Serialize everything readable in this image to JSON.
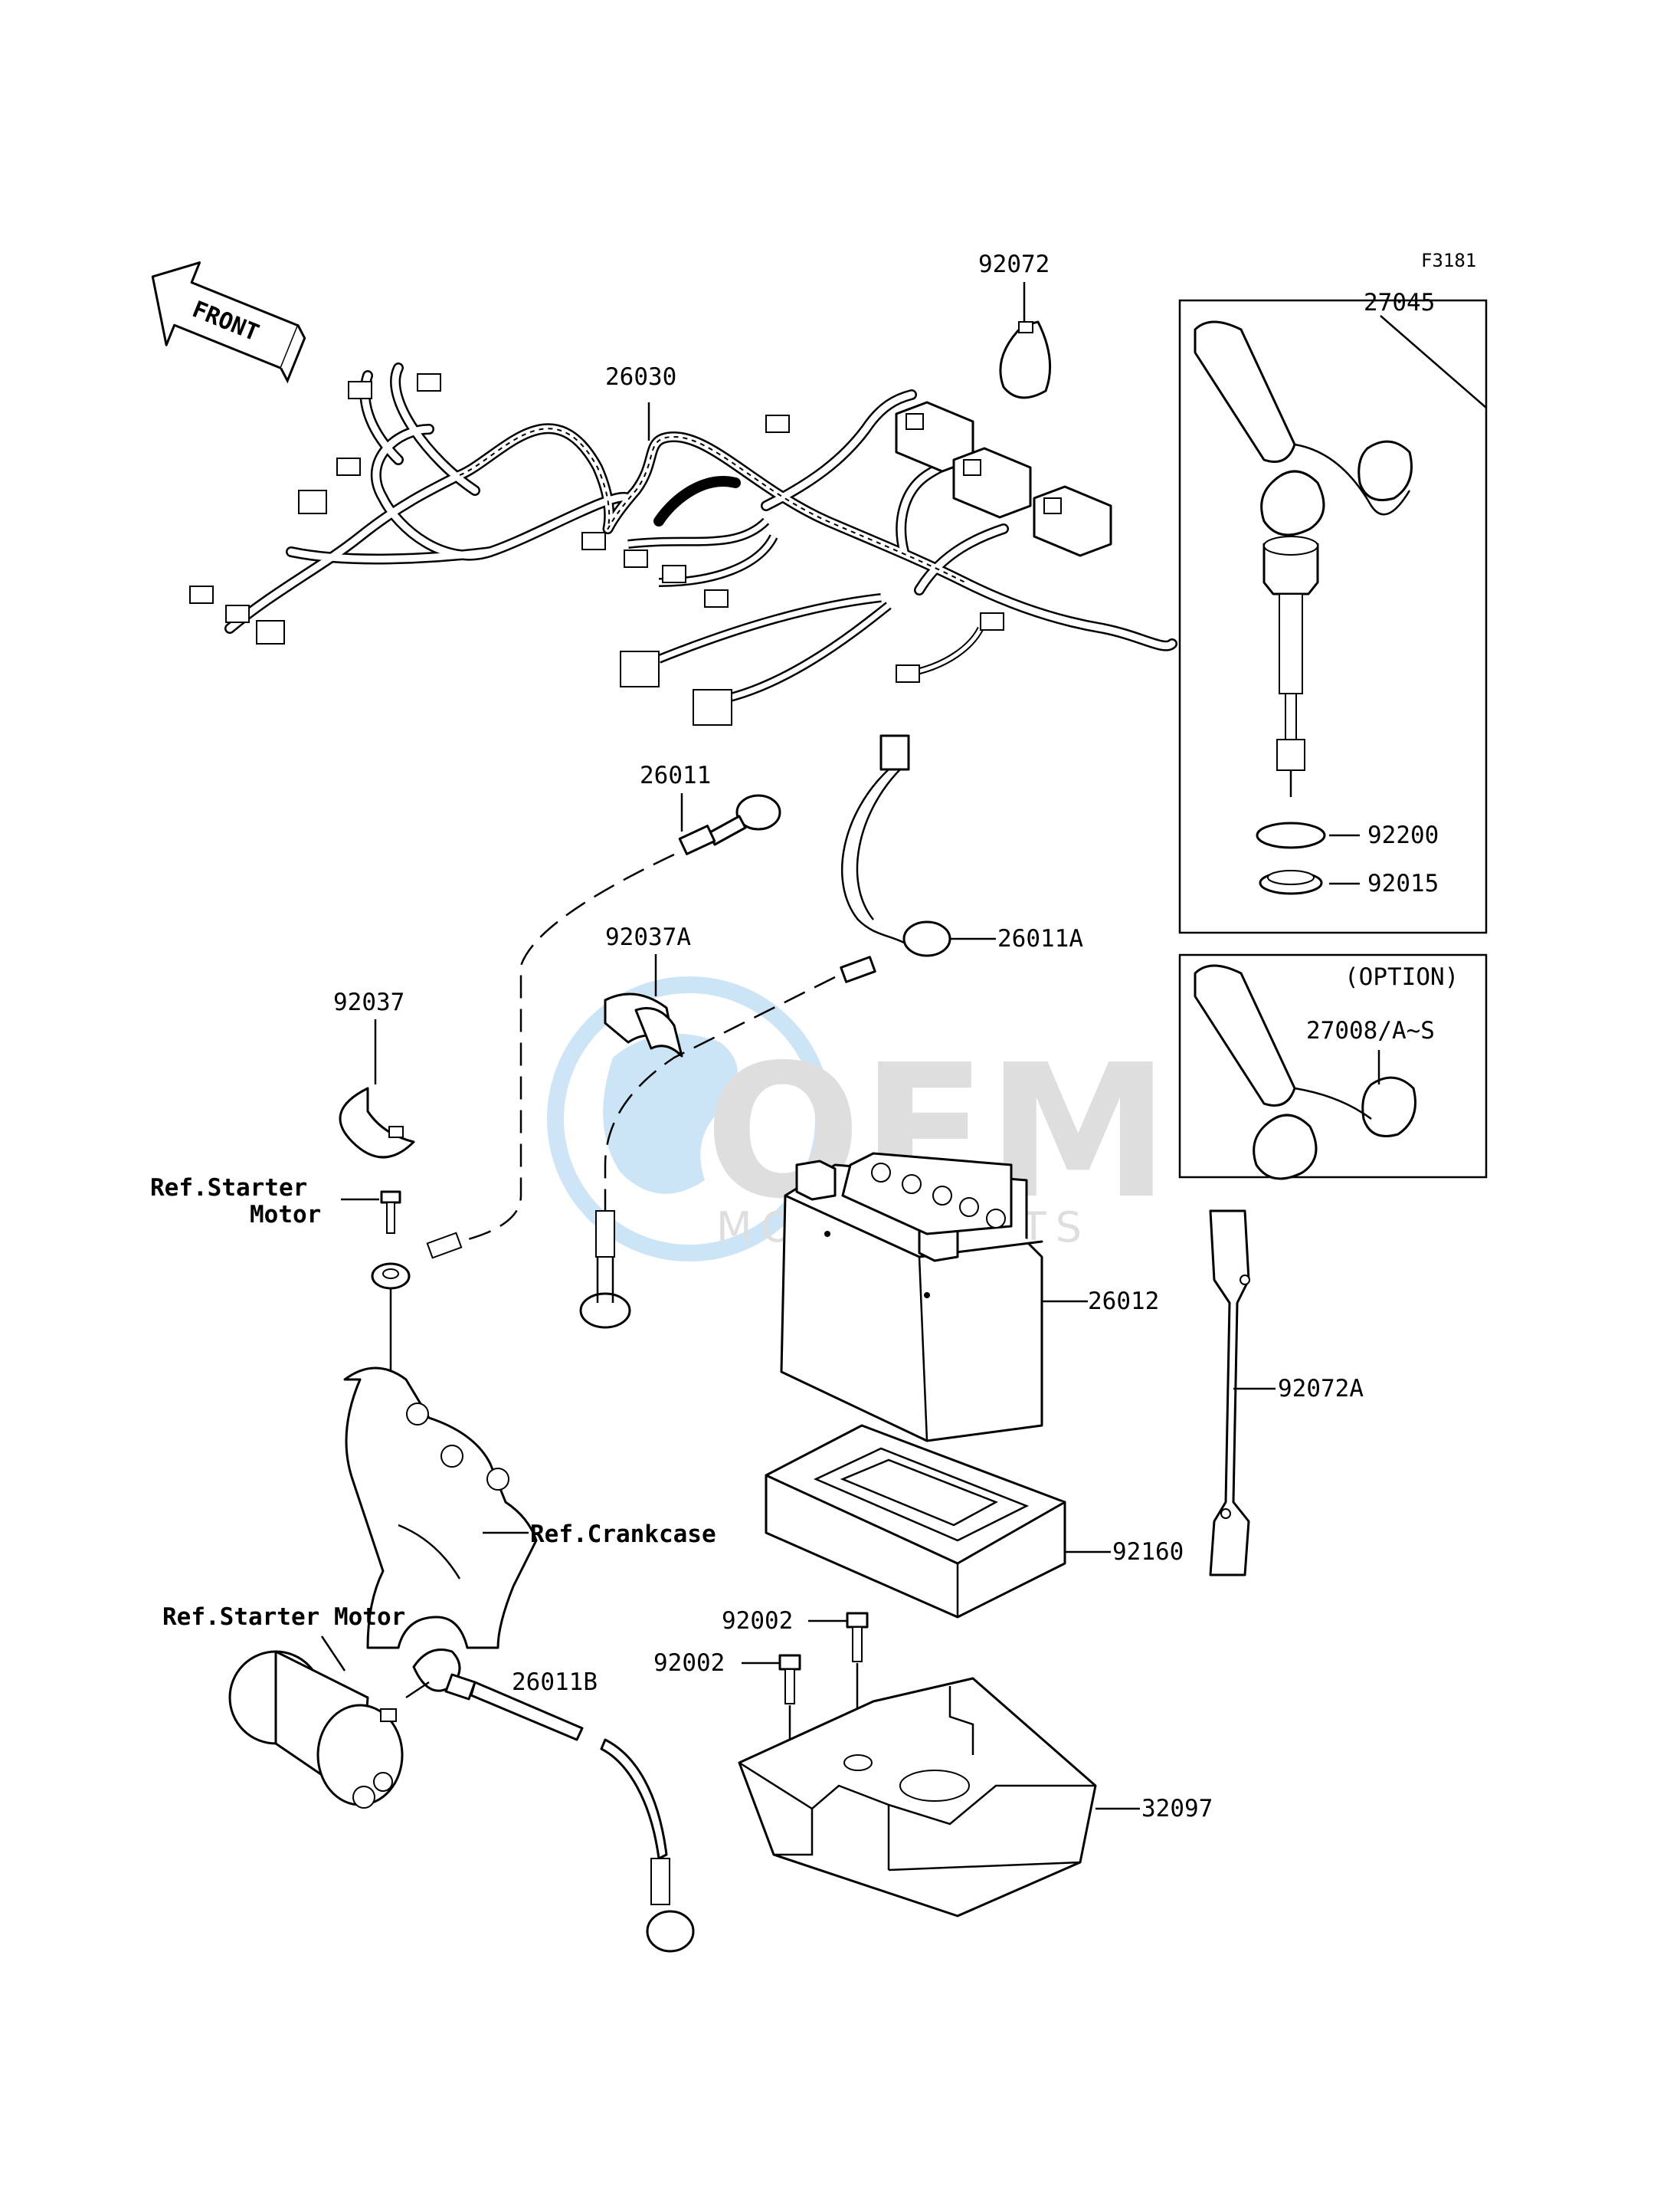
{
  "figure_code": "F3181",
  "front_arrow_label": "FRONT",
  "callouts": {
    "p92072": "92072",
    "p27045": "27045",
    "p26030": "26030",
    "p26011": "26011",
    "p26011A": "26011A",
    "p92037A": "92037A",
    "p92037": "92037",
    "p92200": "92200",
    "p92015": "92015",
    "option": "(OPTION)",
    "p27008": "27008/A~S",
    "p26012": "26012",
    "p92072A": "92072A",
    "p92160": "92160",
    "p92002_upper": "92002",
    "p92002_lower": "92002",
    "p26011B": "26011B",
    "p32097": "32097"
  },
  "references": {
    "starter_motor_bolt_line1": "Ref.Starter",
    "starter_motor_bolt_line2": "Motor",
    "crankcase": "Ref.Crankcase",
    "starter_motor": "Ref.Starter Motor"
  },
  "watermark": {
    "brand": "OEM",
    "sub": "MOTORPARTS"
  },
  "colors": {
    "line": "#000000",
    "background": "#ffffff",
    "watermark": "#4aa3df"
  }
}
